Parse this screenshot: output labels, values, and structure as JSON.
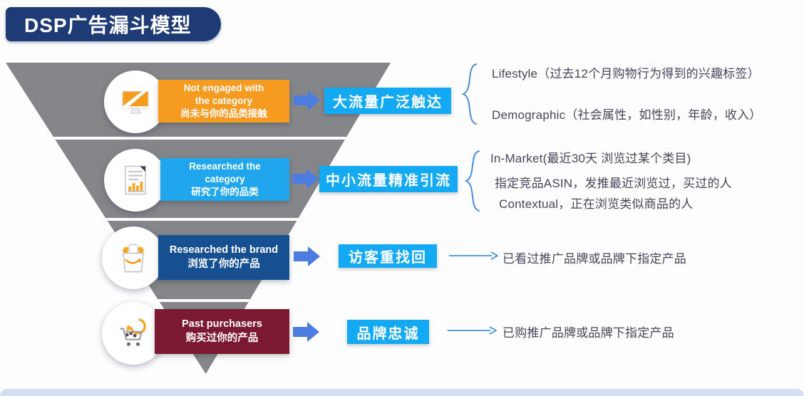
{
  "title": "DSP广告漏斗模型",
  "colors": {
    "banner_blue": "#1E3B76",
    "funnel_gray": "#84868A",
    "tier1_orange": "#F59B20",
    "tier2_cyan": "#1FA6EC",
    "tier3_navy": "#175090",
    "tier4_maroon": "#7B1832",
    "label_cyan": "#14A9F3",
    "block_arrow_blue": "#4C7CE0",
    "thin_arrow_blue": "#3E93DE",
    "note_text": "#46465A"
  },
  "funnel": {
    "levels": [
      {
        "icon": "monitor-icon",
        "lines": [
          "Not engaged with",
          "the category",
          "尚未与你的品类接触"
        ],
        "label": "大流量广泛触达",
        "notes": [
          "Lifestyle（过去12个月购物行为得到的兴趣标签）",
          "Demographic（社会属性，如性别，年龄，收入）"
        ]
      },
      {
        "icon": "report-document-icon",
        "lines": [
          "Researched the",
          "category",
          "研究了你的品类"
        ],
        "label": "中小流量精准引流",
        "notes": [
          "In-Market(最近30天 浏览过某个类目)",
          "指定竞品ASIN，发推最近浏览过，买过的人",
          "Contextual，正在浏览类似商品的人"
        ]
      },
      {
        "icon": "shopping-bag-icon",
        "lines": [
          "Researched the brand",
          "浏览了你的产品"
        ],
        "label": "访客重找回",
        "notes": [
          "已看过推广品牌或品牌下指定产品"
        ]
      },
      {
        "icon": "shopping-cart-icon",
        "lines": [
          "Past purchasers",
          "购买过你的产品"
        ],
        "label": "品牌忠诚",
        "notes": [
          "已购推广品牌或品牌下指定产品"
        ]
      }
    ]
  }
}
